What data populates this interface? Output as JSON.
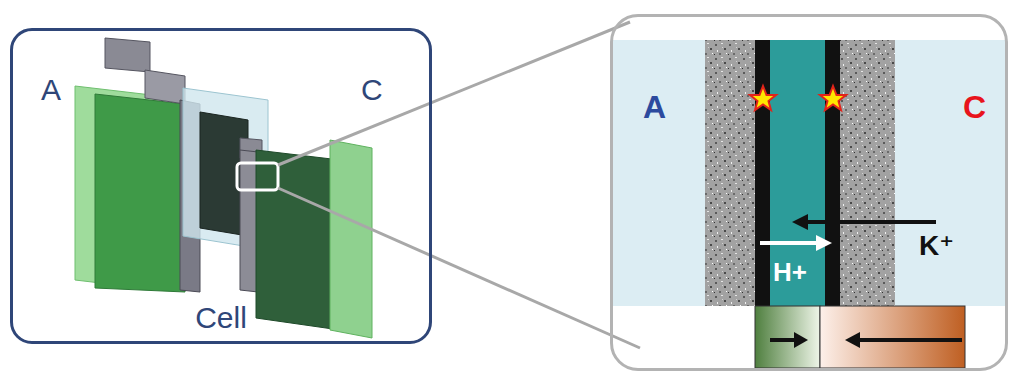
{
  "diagram": {
    "nodes": [
      {
        "text": [
          "A",
          "C",
          "Cell"
        ]
      },
      {
        "text": [
          "A",
          "C",
          "K⁺",
          "H+"
        ]
      }
    ]
  }
}
